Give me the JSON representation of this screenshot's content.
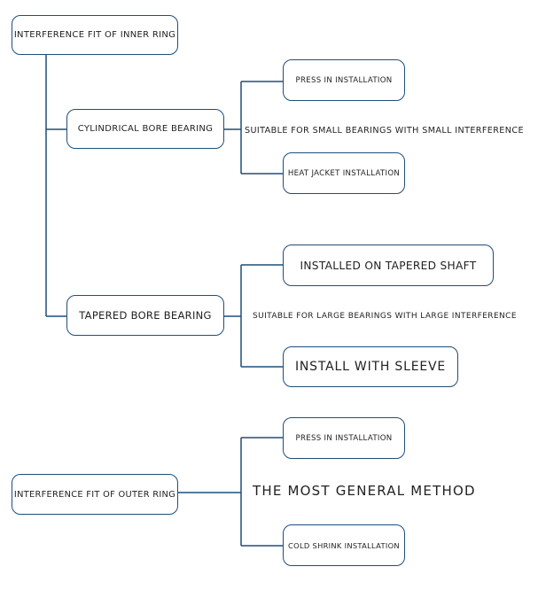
{
  "colors": {
    "connector": "#1f4e79",
    "border": "#1f4e79",
    "text": "#222222"
  },
  "nodes": {
    "inner_ring": "INTERFERENCE FIT OF INNER RING",
    "cylindrical_bore": "CYLINDRICAL BORE BEARING",
    "press_in_1": "PRESS IN INSTALLATION",
    "heat_jacket": "HEAT JACKET INSTALLATION",
    "tapered_bore": "TAPERED BORE BEARING",
    "tapered_shaft": "INSTALLED ON TAPERED SHAFT",
    "sleeve": "INSTALL WITH SLEEVE",
    "outer_ring": "INTERFERENCE FIT OF OUTER RING",
    "press_in_2": "PRESS IN INSTALLATION",
    "cold_shrink": "COLD SHRINK INSTALLATION"
  },
  "notes": {
    "small_bearings": "SUITABLE FOR SMALL BEARINGS WITH SMALL INTERFERENCE",
    "large_bearings": "SUITABLE FOR LARGE BEARINGS WITH LARGE INTERFERENCE",
    "general_method": "THE MOST GENERAL METHOD"
  }
}
